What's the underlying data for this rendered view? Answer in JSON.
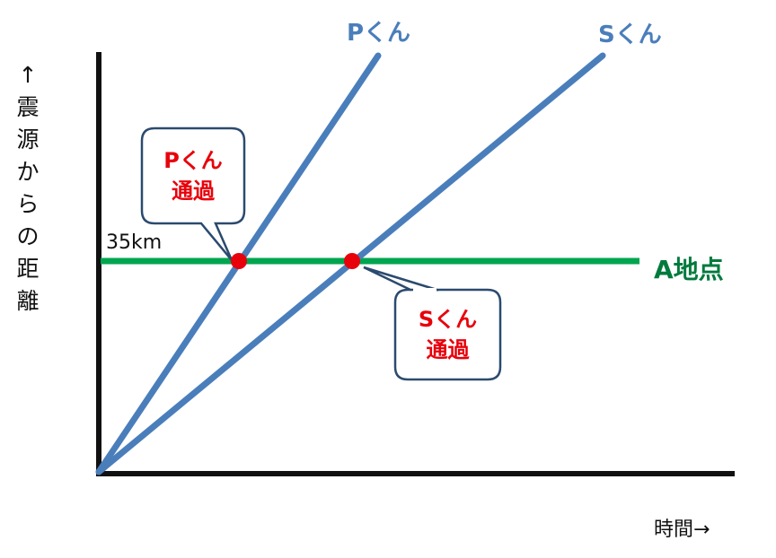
{
  "diagram": {
    "y_axis_label_chars": [
      "↑",
      "震",
      "源",
      "か",
      "ら",
      "の",
      "距",
      "離"
    ],
    "x_axis_label": "時間→",
    "lines": {
      "p_label": "Pくん",
      "s_label": "Sくん",
      "color": "#4a7ebb"
    },
    "site": {
      "distance_label": "35km",
      "name": "A地点",
      "color": "#00a550",
      "text_color": "#007a3d"
    },
    "callouts": {
      "p": {
        "line1": "Pくん",
        "line2": "通過"
      },
      "s": {
        "line1": "Sくん",
        "line2": "通過"
      }
    },
    "marker_color": "#e8000b"
  }
}
